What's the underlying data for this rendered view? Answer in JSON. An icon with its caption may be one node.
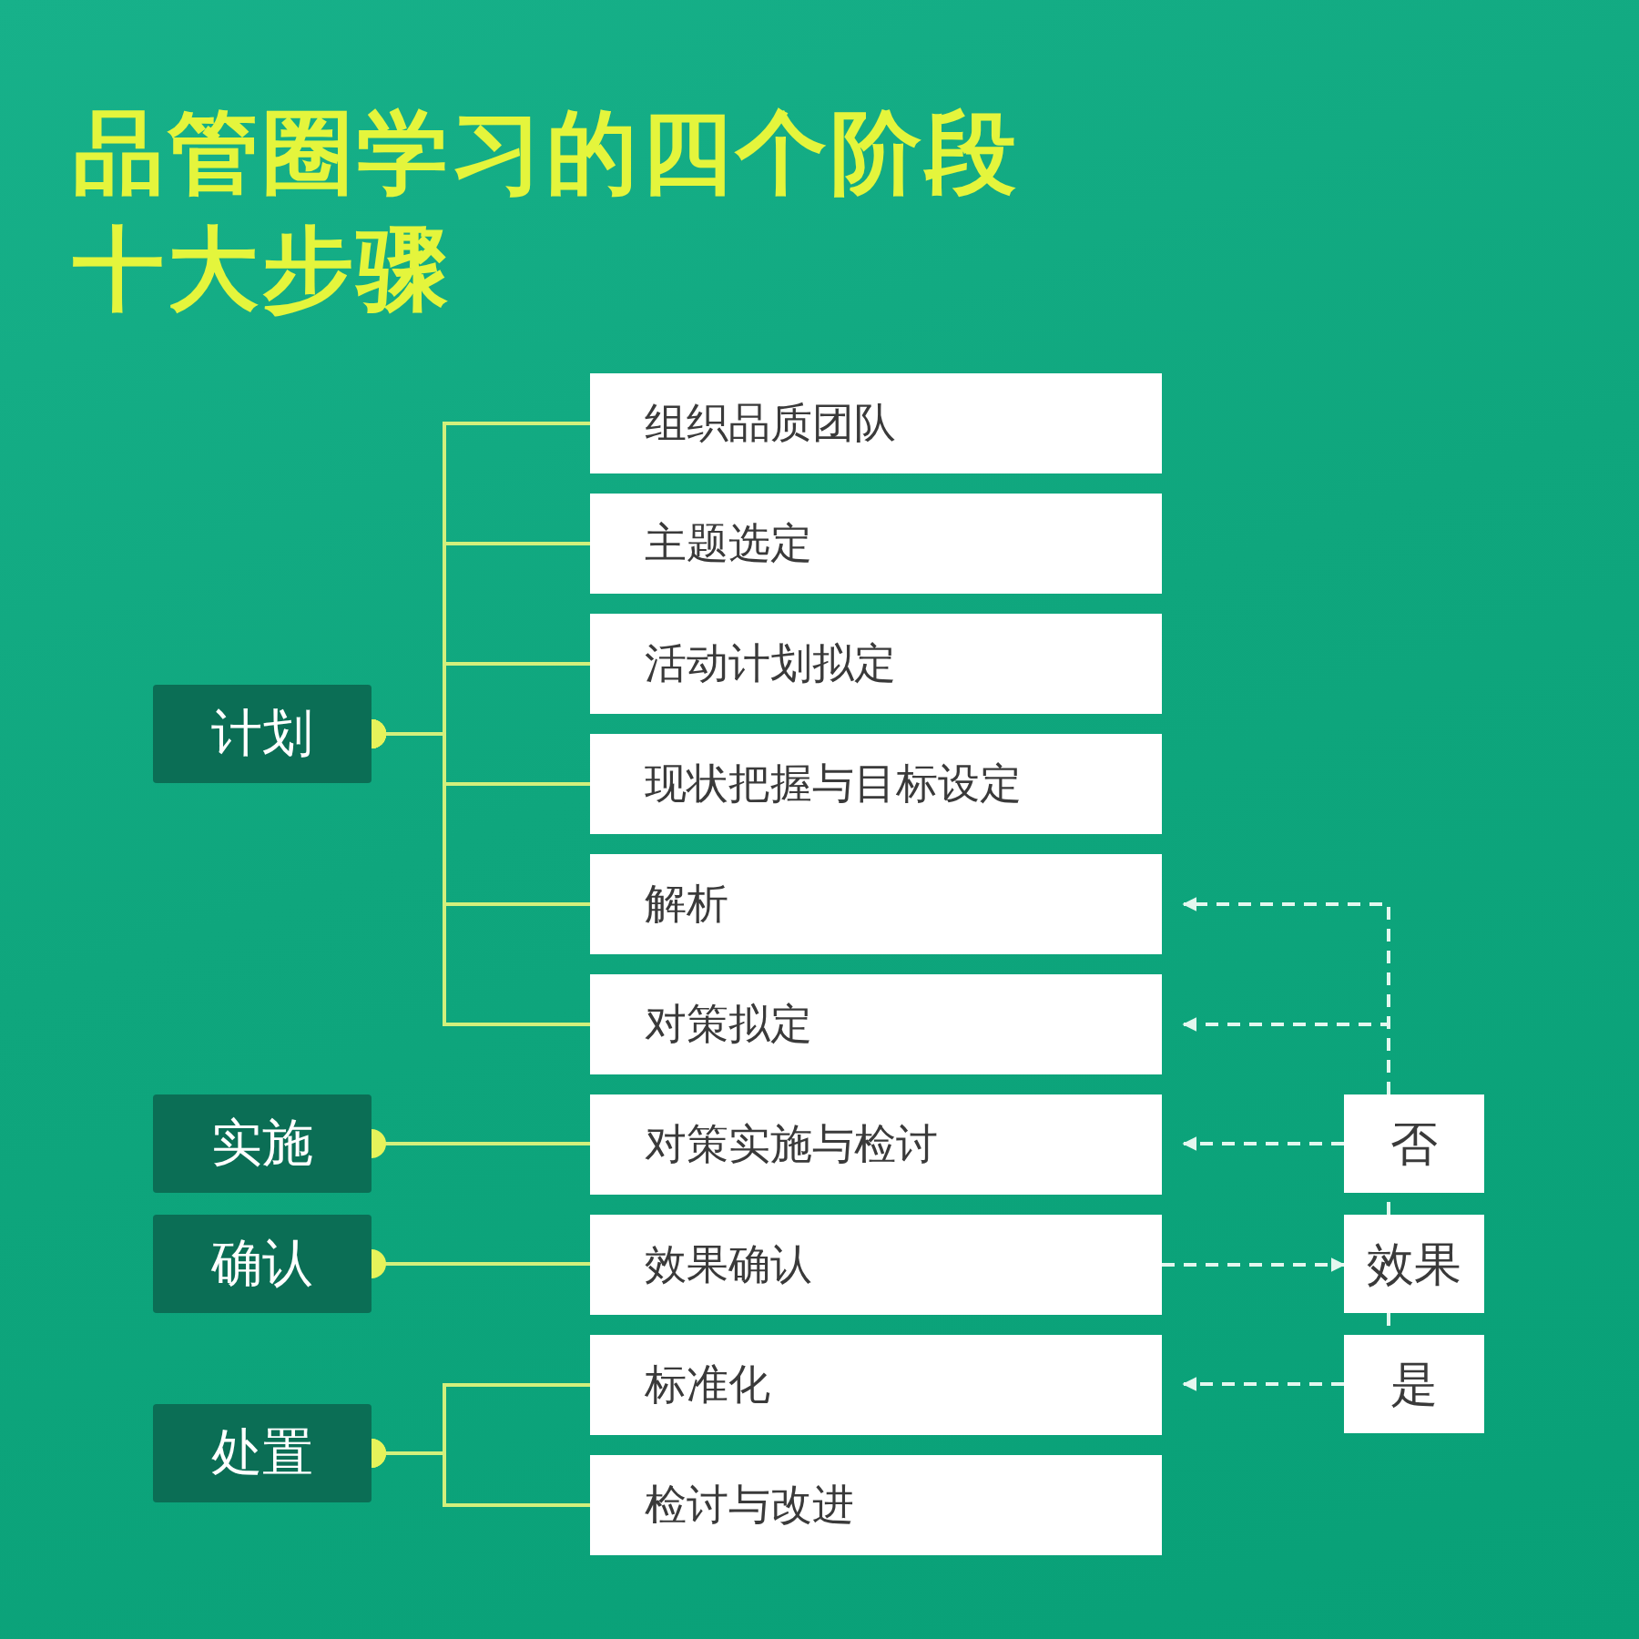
{
  "diagram": {
    "title": "品管圈学习的四个阶段十大步骤",
    "nodes": [
      {
        "text": [
          "计划"
        ]
      },
      {
        "text": [
          "实施"
        ]
      },
      {
        "text": [
          "确认"
        ]
      },
      {
        "text": [
          "处置"
        ]
      },
      {
        "text": [
          "组织品质团队"
        ]
      },
      {
        "text": [
          "主题选定"
        ]
      },
      {
        "text": [
          "活动计划拟定"
        ]
      },
      {
        "text": [
          "现状把握与目标设定"
        ]
      },
      {
        "text": [
          "解析"
        ]
      },
      {
        "text": [
          "对策拟定"
        ]
      },
      {
        "text": [
          "对策实施与检讨"
        ]
      },
      {
        "text": [
          "效果确认"
        ]
      },
      {
        "text": [
          "标准化"
        ]
      },
      {
        "text": [
          "检讨与改进"
        ]
      },
      {
        "text": [
          "否"
        ]
      },
      {
        "text": [
          "效果"
        ]
      },
      {
        "text": [
          "是"
        ]
      }
    ],
    "edges": [
      {
        "from": 0,
        "to": 4,
        "arrow": "other"
      },
      {
        "from": 0,
        "to": 5,
        "arrow": "other"
      },
      {
        "from": 0,
        "to": 6,
        "arrow": "other"
      },
      {
        "from": 0,
        "to": 7,
        "arrow": "other"
      },
      {
        "from": 0,
        "to": 8,
        "arrow": "other"
      },
      {
        "from": 0,
        "to": 9,
        "arrow": "other"
      },
      {
        "from": 1,
        "to": 10,
        "arrow": "other"
      },
      {
        "from": 2,
        "to": 11,
        "arrow": "other"
      },
      {
        "from": 3,
        "to": 12,
        "arrow": "other"
      },
      {
        "from": 3,
        "to": 13,
        "arrow": "other"
      },
      {
        "from": 11,
        "to": 15,
        "arrow": "to",
        "style": "dashed",
        "color": "#e3f7ef"
      },
      {
        "from": 15,
        "to": 14,
        "arrow": "none",
        "style": "dashed",
        "color": "#e3f7ef"
      },
      {
        "from": 15,
        "to": 16,
        "arrow": "none",
        "style": "dashed",
        "color": "#e3f7ef"
      },
      {
        "from": 14,
        "to": 10,
        "arrow": "to",
        "style": "dashed",
        "color": "#e3f7ef"
      },
      {
        "from": 14,
        "to": 9,
        "arrow": "to",
        "style": "dashed",
        "color": "#e3f7ef"
      },
      {
        "from": 14,
        "to": 8,
        "arrow": "to",
        "style": "dashed",
        "color": "#e3f7ef"
      },
      {
        "from": 16,
        "to": 12,
        "arrow": "to",
        "style": "dashed",
        "color": "#e3f7ef"
      }
    ]
  }
}
